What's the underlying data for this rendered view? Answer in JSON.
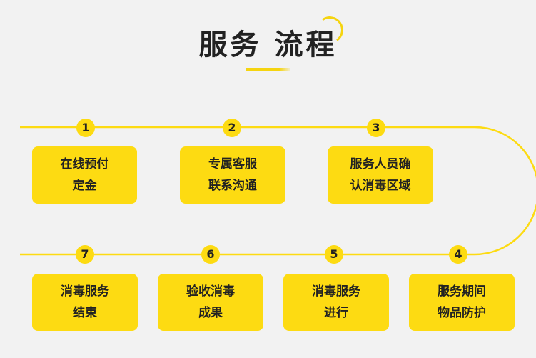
{
  "title": "服务 流程",
  "steps": [
    {
      "number": "1",
      "text": "在线预付\n定金"
    },
    {
      "number": "2",
      "text": "专属客服\n联系沟通"
    },
    {
      "number": "3",
      "text": "服务人员确\n认消毒区域"
    },
    {
      "number": "4",
      "text": "服务期间\n物品防护"
    },
    {
      "number": "5",
      "text": "消毒服务\n进行"
    },
    {
      "number": "6",
      "text": "验收消毒\n成果"
    },
    {
      "number": "7",
      "text": "消毒服务\n结束"
    }
  ],
  "colors": {
    "accent": "#fddb12",
    "background": "#f2f2f2",
    "text": "#222222"
  }
}
